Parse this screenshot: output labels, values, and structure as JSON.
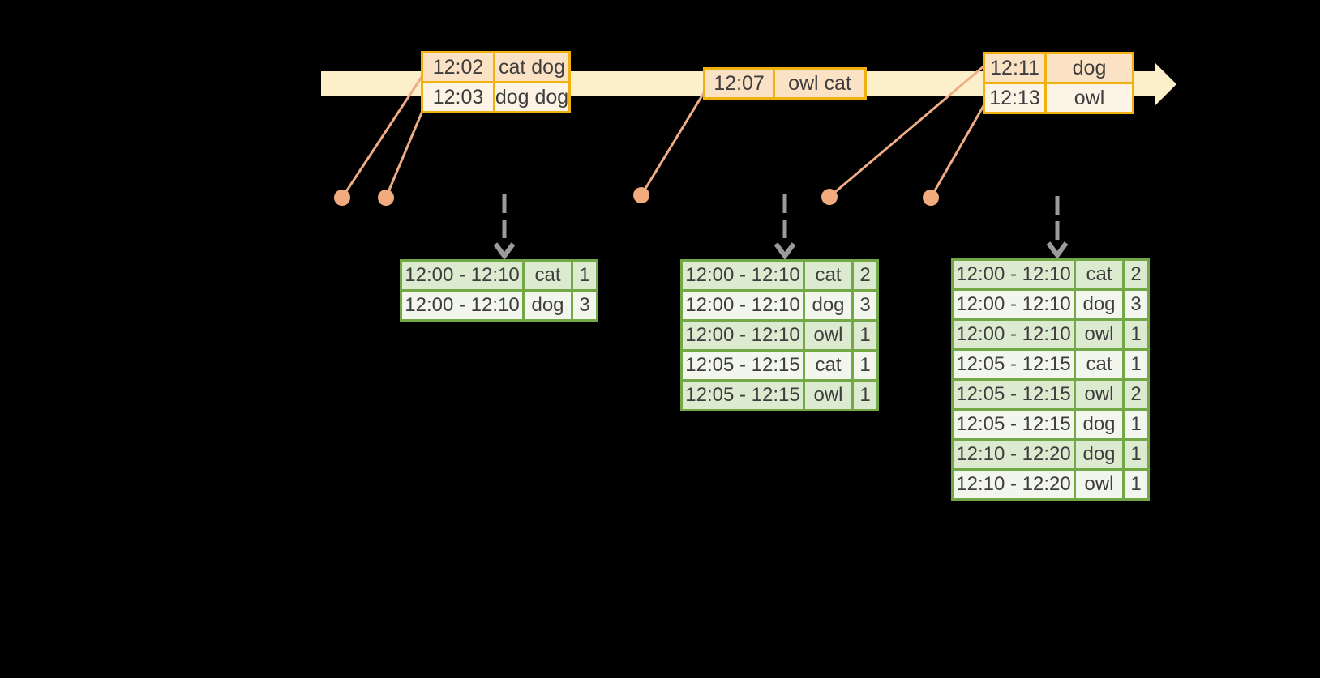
{
  "colors": {
    "background": "#000000",
    "timeline_fill": "#fcf0cb",
    "event_border": "#f1b211",
    "event_row_alt1": "#fbe2c4",
    "event_row_alt2": "#fdf4e5",
    "connector": "#efad85",
    "dot": "#f2ab7c",
    "dashed_arrow": "#9b9b9b",
    "result_border": "#72a946",
    "result_row_alt1": "#dcead0",
    "result_row_alt2": "#f2f6ed",
    "text": "#3e3e3e"
  },
  "timeline": {
    "events": [
      {
        "rows": [
          {
            "time": "12:02",
            "words": "cat dog"
          },
          {
            "time": "12:03",
            "words": "dog dog"
          }
        ]
      },
      {
        "rows": [
          {
            "time": "12:07",
            "words": "owl cat"
          }
        ]
      },
      {
        "rows": [
          {
            "time": "12:11",
            "words": "dog"
          },
          {
            "time": "12:13",
            "words": "owl"
          }
        ]
      }
    ]
  },
  "result_tables": [
    {
      "rows": [
        [
          "12:00 - 12:10",
          "cat",
          "1"
        ],
        [
          "12:00 - 12:10",
          "dog",
          "3"
        ]
      ]
    },
    {
      "rows": [
        [
          "12:00 - 12:10",
          "cat",
          "2"
        ],
        [
          "12:00 - 12:10",
          "dog",
          "3"
        ],
        [
          "12:00 - 12:10",
          "owl",
          "1"
        ],
        [
          "12:05 - 12:15",
          "cat",
          "1"
        ],
        [
          "12:05 - 12:15",
          "owl",
          "1"
        ]
      ]
    },
    {
      "rows": [
        [
          "12:00 - 12:10",
          "cat",
          "2"
        ],
        [
          "12:00 - 12:10",
          "dog",
          "3"
        ],
        [
          "12:00 - 12:10",
          "owl",
          "1"
        ],
        [
          "12:05 - 12:15",
          "cat",
          "1"
        ],
        [
          "12:05 - 12:15",
          "owl",
          "2"
        ],
        [
          "12:05 - 12:15",
          "dog",
          "1"
        ],
        [
          "12:10 - 12:20",
          "dog",
          "1"
        ],
        [
          "12:10 - 12:20",
          "owl",
          "1"
        ]
      ]
    }
  ]
}
